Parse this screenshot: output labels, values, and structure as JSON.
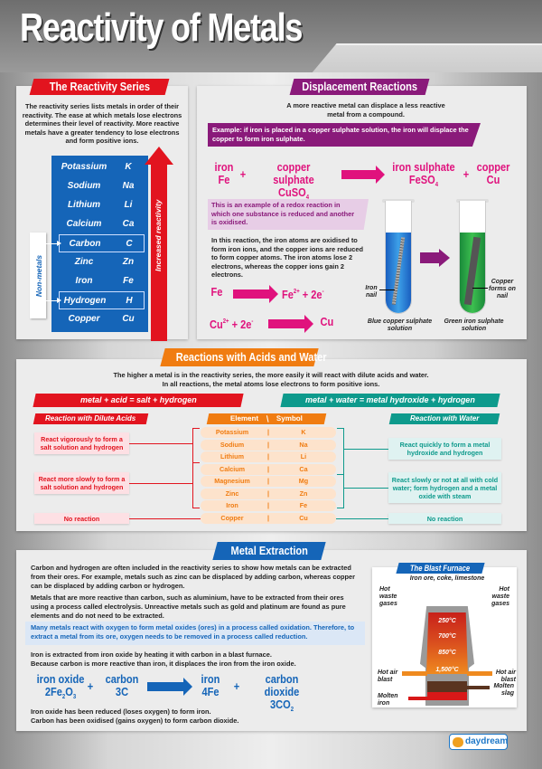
{
  "header": {
    "title": "Reactivity of Metals"
  },
  "reactivity_series": {
    "banner": "The Reactivity Series",
    "description": "The reactivity series lists metals in order of their reactivity. The ease at which metals lose electrons determines their level of reactivity. More reactive metals have a greater tendency to lose electrons and form positive ions.",
    "elements": [
      {
        "name": "Potassium",
        "symbol": "K",
        "boxed": false
      },
      {
        "name": "Sodium",
        "symbol": "Na",
        "boxed": false
      },
      {
        "name": "Lithium",
        "symbol": "Li",
        "boxed": false
      },
      {
        "name": "Calcium",
        "symbol": "Ca",
        "boxed": false
      },
      {
        "name": "Carbon",
        "symbol": "C",
        "boxed": true
      },
      {
        "name": "Zinc",
        "symbol": "Zn",
        "boxed": false
      },
      {
        "name": "Iron",
        "symbol": "Fe",
        "boxed": false
      },
      {
        "name": "Hydrogen",
        "symbol": "H",
        "boxed": true
      },
      {
        "name": "Copper",
        "symbol": "Cu",
        "boxed": false
      }
    ],
    "arrow_label": "Increased reactivity",
    "non_metals_label": "Non-metals",
    "colors": {
      "box": "#1565b8",
      "arrow": "#e2141f",
      "banner": "#e2141f"
    }
  },
  "displacement": {
    "banner": "Displacement Reactions",
    "intro": "A more reactive metal can displace a less reactive metal from a compound.",
    "example": "Example: if iron is placed in a copper sulphate solution, the iron will displace the copper to form iron sulphate.",
    "equation": {
      "reactant1_name": "iron",
      "reactant1_formula": "Fe",
      "plus": "+",
      "reactant2_name": "copper sulphate",
      "reactant2_formula": "CuSO",
      "reactant2_sub": "4",
      "product1_name": "iron sulphate",
      "product1_formula": "FeSO",
      "product1_sub": "4",
      "product2_name": "copper",
      "product2_formula": "Cu"
    },
    "redox_note": "This is an example of a redox reaction in which one substance is reduced and another is oxidised.",
    "explanation": "In this reaction, the iron atoms are oxidised to form iron ions, and the copper ions are reduced to form copper atoms. The iron atoms lose 2 electrons, whereas the copper ions gain 2 electrons.",
    "half_eq1": {
      "left": "Fe",
      "right_base": "Fe",
      "right_sup": "2+",
      "right_tail": "+  2e",
      "right_tail_sup": "-"
    },
    "half_eq2": {
      "left_base": "Cu",
      "left_sup": "2+",
      "left_tail": "+  2e",
      "left_tail_sup": "-",
      "right": "Cu"
    },
    "tube_labels": {
      "nail": "Iron nail",
      "copper_forms": "Copper forms on nail",
      "blue": "Blue copper sulphate solution",
      "green": "Green iron sulphate solution"
    },
    "colors": {
      "banner": "#8a1a7a",
      "equation": "#e0127d",
      "note_bg": "#e7cde6"
    }
  },
  "acids_water": {
    "banner": "Reactions with Acids and Water",
    "intro_line1": "The higher a metal is in the reactivity series, the more easily it will react with dilute acids and water.",
    "intro_line2": "In all reactions, the metal atoms lose electrons to form positive ions.",
    "acid_equation": "metal + acid = salt + hydrogen",
    "water_equation": "metal + water = metal hydroxide + hydrogen",
    "acid_heading": "Reaction with Dilute Acids",
    "water_heading": "Reaction with Water",
    "table_header": {
      "element": "Element",
      "divider": "|",
      "symbol": "Symbol"
    },
    "elements": [
      {
        "name": "Potassium",
        "symbol": "K"
      },
      {
        "name": "Sodium",
        "symbol": "Na"
      },
      {
        "name": "Lithium",
        "symbol": "Li"
      },
      {
        "name": "Calcium",
        "symbol": "Ca"
      },
      {
        "name": "Magnesium",
        "symbol": "Mg"
      },
      {
        "name": "Zinc",
        "symbol": "Zn"
      },
      {
        "name": "Iron",
        "symbol": "Fe"
      },
      {
        "name": "Copper",
        "symbol": "Cu"
      }
    ],
    "acid_reactions": [
      "React vigorously to form a salt solution and hydrogen",
      "React more slowly to form a salt solution and hydrogen",
      "No reaction"
    ],
    "water_reactions": [
      "React quickly to form a metal hydroxide and hydrogen",
      "React slowly or not at all with cold water; form hydrogen and a metal oxide with steam",
      "No reaction"
    ],
    "colors": {
      "banner": "#f07c11",
      "acid": "#e2141f",
      "water": "#0e9a8c",
      "element_bg": "#fde3cc"
    }
  },
  "extraction": {
    "banner": "Metal Extraction",
    "para1": "Carbon and hydrogen are often included in the reactivity series to show how metals can be extracted from their ores. For example, metals such as zinc can be displaced by adding carbon, whereas copper can be displaced by adding carbon or hydrogen.",
    "para2": "Metals that are more reactive than carbon, such as aluminium, have to be extracted from their ores using a process called electrolysis. Unreactive metals such as gold and platinum are found as pure elements and do not need to be extracted.",
    "highlight": "Many metals react with oxygen to form metal oxides (ores) in a process called oxidation. Therefore, to extract a metal from its ore, oxygen needs to be removed in a process called reduction.",
    "para3_line1": "Iron is extracted from iron oxide by heating it with carbon in a blast furnace.",
    "para3_line2": "Because carbon is more reactive than iron, it displaces the iron from the iron oxide.",
    "equation": {
      "r1_name": "iron oxide",
      "r1_f1": "2Fe",
      "r1_s1": "2",
      "r1_f2": "O",
      "r1_s2": "3",
      "plus": "+",
      "r2_name": "carbon",
      "r2_formula": "3C",
      "p1_name": "iron",
      "p1_formula": "4Fe",
      "p2_name": "carbon dioxide",
      "p2_formula": "3CO",
      "p2_sub": "2"
    },
    "conclusion_line1": "Iron oxide has been reduced (loses oxygen) to form iron.",
    "conclusion_line2": "Carbon has been oxidised (gains oxygen) to form carbon dioxide.",
    "blast_furnace": {
      "title": "The Blast Furnace",
      "input": "Iron ore, coke, limestone",
      "waste_left": "Hot waste gases",
      "waste_right": "Hot waste gases",
      "temps": [
        "250°C",
        "700°C",
        "850°C",
        "1,500°C"
      ],
      "air_left": "Hot air blast",
      "air_right": "Hot air blast",
      "slag": "Molten slag",
      "iron": "Molten iron"
    },
    "colors": {
      "banner": "#1565b8",
      "highlight_bg": "#dbe7f6"
    }
  },
  "footer": {
    "logo": "daydream"
  }
}
